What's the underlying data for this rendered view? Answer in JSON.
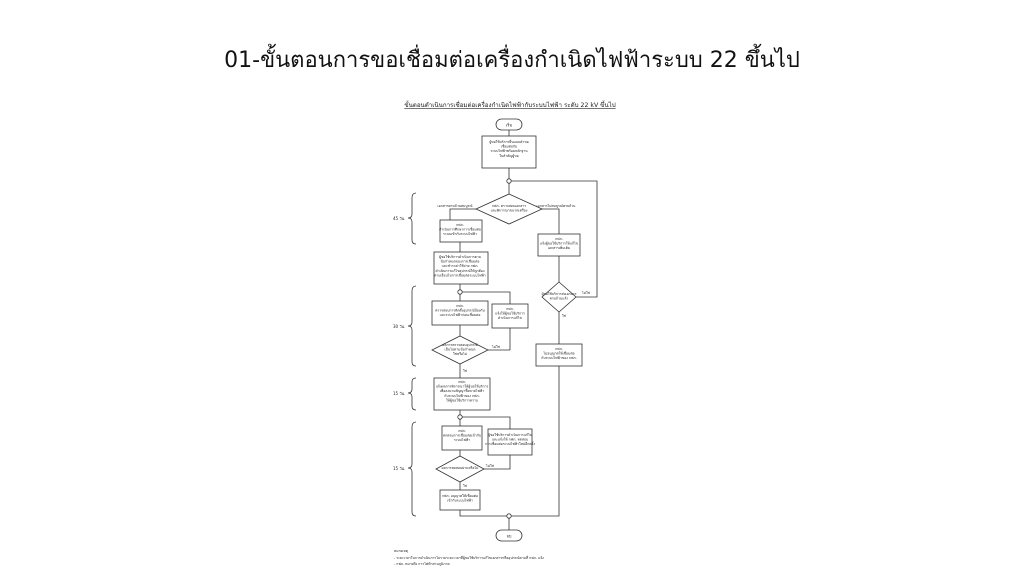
{
  "slide": {
    "title": "01-ขั้นตอนการขอเชื่อมต่อเครื่องกำเนิดไฟฟ้าระบบ 22 ขึ้นไป"
  },
  "flowchart": {
    "heading": "ขั้นตอนดำเนินการเชื่อมต่อเครื่องกำเนิดไฟฟ้ากับระบบไฟฟ้า ระดับ 22 kV ขึ้นไป",
    "start": "เริ่ม",
    "end": "จบ",
    "yes": "ใช่",
    "no": "ไม่ใช่",
    "steps": {
      "applicant": [
        "ผู้ขอใช้บริการยื่นแบบคำขอ",
        "เชื่อมต่อกับ",
        "ระบบไฟฟ้าพร้อมหลักฐาน",
        "ใบสำคัญผู้ขอ"
      ],
      "decision_capacity": [
        "กฟภ. ตรวจสอบเอกสาร",
        "และพิจารณาขนาดเครื่อง"
      ],
      "branch_left": "เอกสารครบถ้วนสมบูรณ์",
      "branch_right": "เอกสารไม่สมบูรณ์ครบถ้วน",
      "study": [
        "กฟภ.",
        "ดำเนินการศึกษาการเชื่อมต่อ",
        "ระบบเข้ากับระบบไฟฟ้า"
      ],
      "notify_result": [
        "ผู้ขอใช้บริการดำเนินการตาม",
        "ข้อกำหนดของการเชื่อมต่อ",
        "และชำระค่าใช้จ่าย กฟภ.",
        "ดำเนินการแก้ไขอุปกรณ์ให้ถูกต้อง",
        "ตามเงื่อนไขการเชื่อมต่อระบบไฟฟ้า"
      ],
      "request_docs": [
        "กฟภ.",
        "แจ้งผู้ขอใช้บริการให้แก้ไข",
        "เอกสารเพิ่มเติม"
      ],
      "decision_resubmit": [
        "ผู้ขอใช้บริการส่งเอกสาร",
        "ครบถ้วนแล้ว"
      ],
      "inspect": [
        "กฟภ.",
        "ตรวจสอบการติดตั้งอุปกรณ์ป้องกัน",
        "และระบบไฟฟ้าก่อนเชื่อมต่อ"
      ],
      "fix_notice": [
        "กฟภ.",
        "แจ้งให้ผู้ขอใช้บริการ",
        "ดำเนินการแก้ไข"
      ],
      "decision_inspect": [
        "ผลการตรวจสอบอุปกรณ์",
        "เป็นไปตามข้อกำหนด",
        "ใช่หรือไม่"
      ],
      "reject": [
        "กฟภ.",
        "ไม่อนุญาตให้เชื่อมต่อ",
        "กับระบบไฟฟ้าของ กฟภ."
      ],
      "contract": [
        "กฟภ.",
        "แจ้งผลการพิจารณาให้ผู้ขอใช้บริการ",
        "เพื่อลงนามสัญญาซื้อขายไฟฟ้า",
        "กับระบบไฟฟ้าของ กฟภ.",
        "ให้ผู้ขอใช้บริการทราบ"
      ],
      "test_connect": [
        "กฟภ.",
        "ทดสอบการเชื่อมต่อเข้ากับ",
        "ระบบไฟฟ้า"
      ],
      "fix_test": [
        "ผู้ขอใช้บริการดำเนินการแก้ไข",
        "และแจ้งให้ กฟภ. ทดสอบ",
        "การเชื่อมต่อระบบไฟฟ้าใหม่อีกครั้ง"
      ],
      "decision_test": [
        "ผลการทดสอบผ่านหรือไม่"
      ],
      "cod": [
        "กฟภ. อนุญาตให้เชื่อมต่อ",
        "เข้ากับระบบไฟฟ้า"
      ]
    },
    "durations": [
      "45 วัน",
      "30 วัน",
      "15 วัน",
      "15 วัน"
    ],
    "notes": {
      "title": "หมายเหตุ",
      "lines": [
        "- ระยะเวลาในการดำเนินการไม่รวมระยะเวลาที่ผู้ขอใช้บริการแก้ไขเอกสารหรืออุปกรณ์ตามที่ กฟภ. แจ้ง",
        "- กฟภ. หมายถึง การไฟฟ้าส่วนภูมิภาค"
      ]
    }
  }
}
